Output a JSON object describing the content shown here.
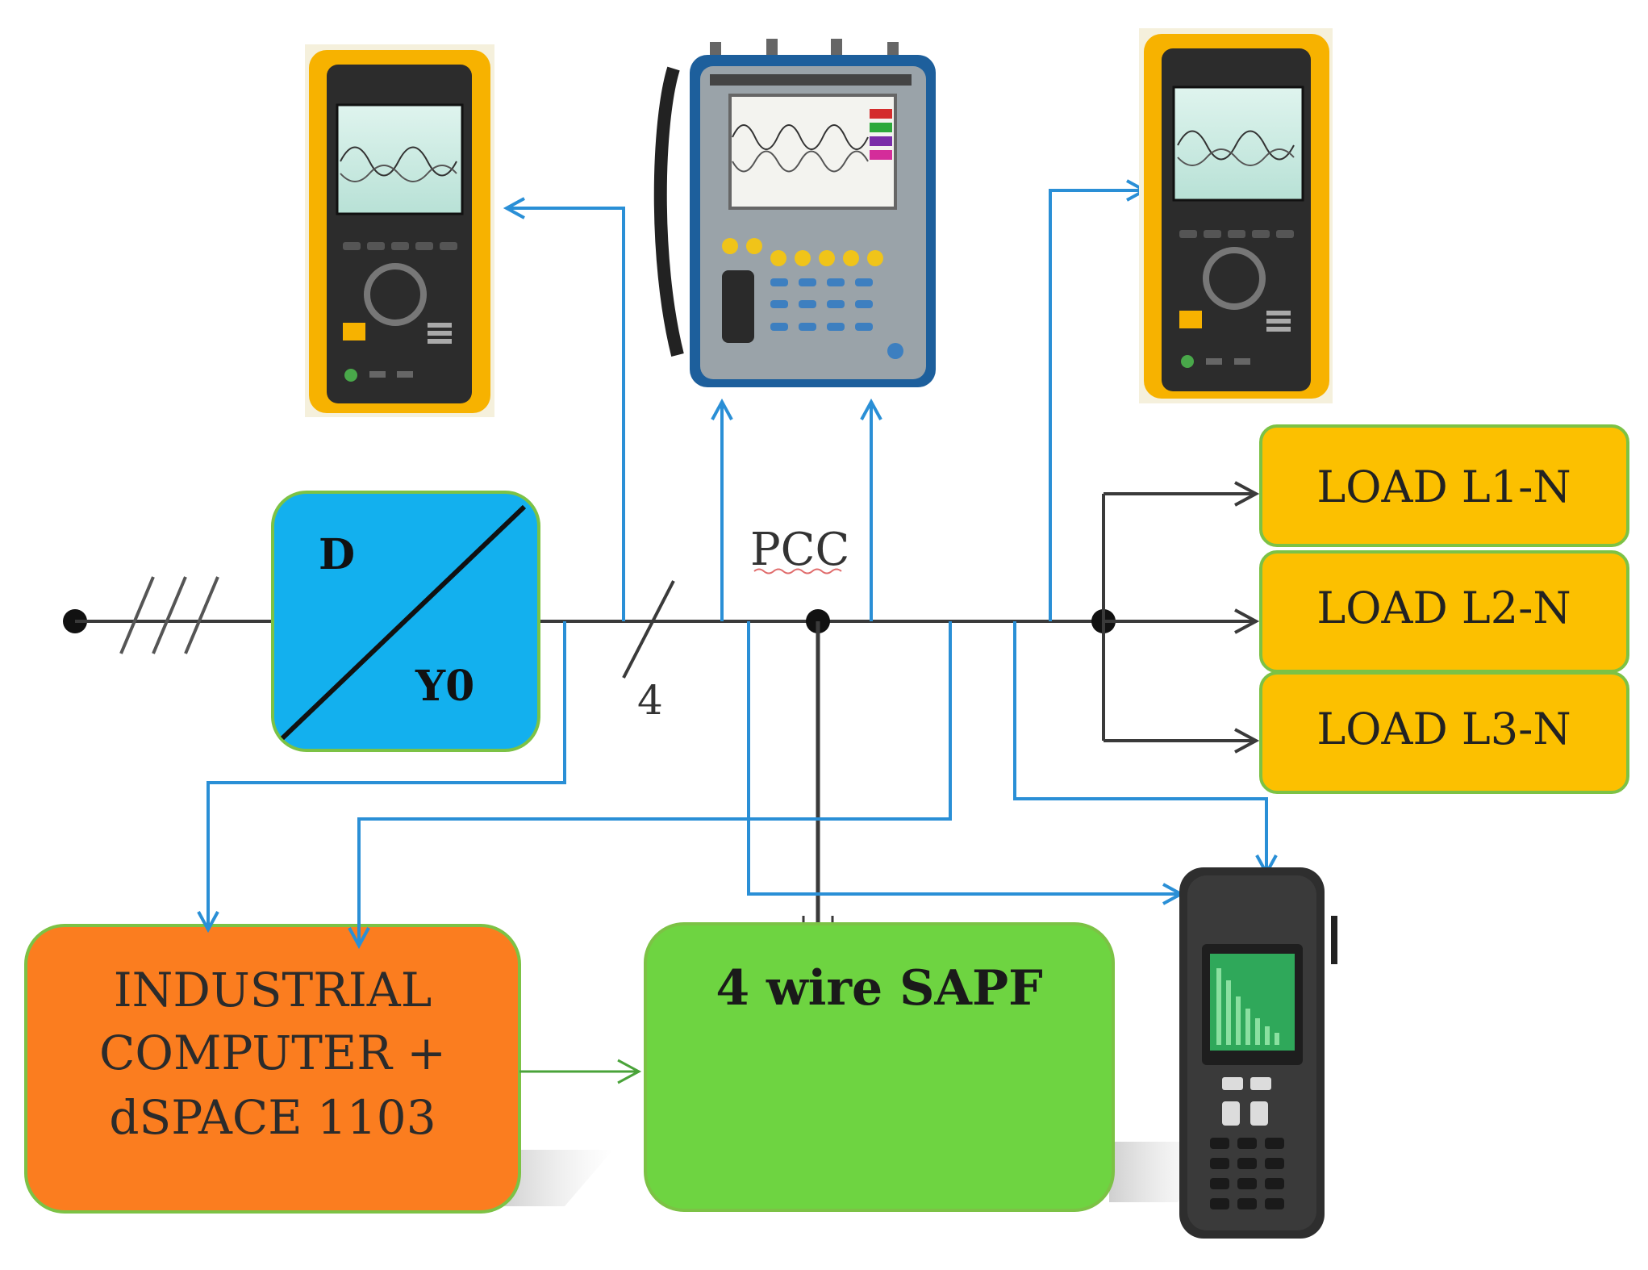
{
  "transformer": {
    "primary_label": "D",
    "secondary_label": "Y0"
  },
  "bus": {
    "pcc_label": "PCC",
    "conductor_count": "4"
  },
  "loads": [
    {
      "label": "LOAD L1-N"
    },
    {
      "label": "LOAD L2-N"
    },
    {
      "label": "LOAD L3-N"
    }
  ],
  "controller": {
    "line1": "INDUSTRIAL",
    "line2": "COMPUTER +",
    "line3": "dSPACE 1103"
  },
  "sapf": {
    "label": "4 wire SAPF"
  },
  "instruments": [
    {
      "name": "power-quality-analyzer-left",
      "icon": "power-analyzer-icon"
    },
    {
      "name": "oscilloscope-center",
      "icon": "oscilloscope-icon"
    },
    {
      "name": "power-quality-analyzer-right",
      "icon": "power-analyzer-icon"
    },
    {
      "name": "harmonic-analyzer-handheld",
      "icon": "handheld-meter-icon"
    }
  ],
  "colors": {
    "signal_line": "#2a8fd6",
    "power_line": "#3a3a3a",
    "transformer_fill": "#13b0ee",
    "load_fill": "#fcc000",
    "controller_fill": "#fb7d1f",
    "sapf_fill": "#6ed441",
    "box_border": "#7cc245",
    "analyzer_case": "#f7b200",
    "oscilloscope_case": "#1d5f9c"
  }
}
